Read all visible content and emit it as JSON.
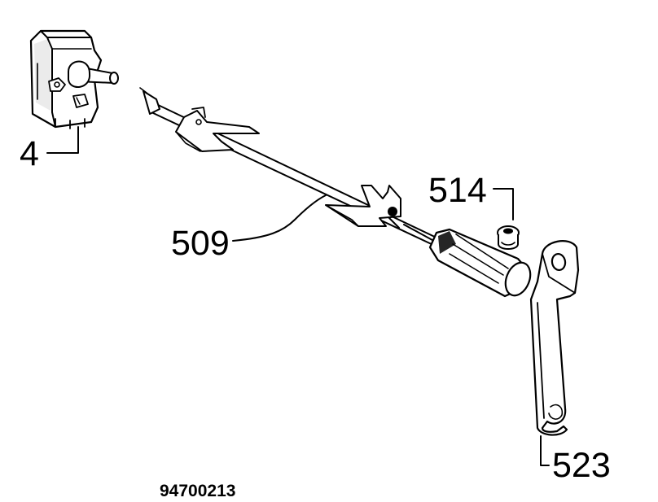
{
  "diagram": {
    "doc_number": "94700213",
    "parts": [
      {
        "id": "motor",
        "label": "4",
        "icon": "spit-motor-icon"
      },
      {
        "id": "spit",
        "label": "509",
        "icon": "rotisserie-spit-icon"
      },
      {
        "id": "bushing",
        "label": "514",
        "icon": "bushing-icon"
      },
      {
        "id": "support",
        "label": "523",
        "icon": "support-bracket-icon"
      }
    ]
  }
}
